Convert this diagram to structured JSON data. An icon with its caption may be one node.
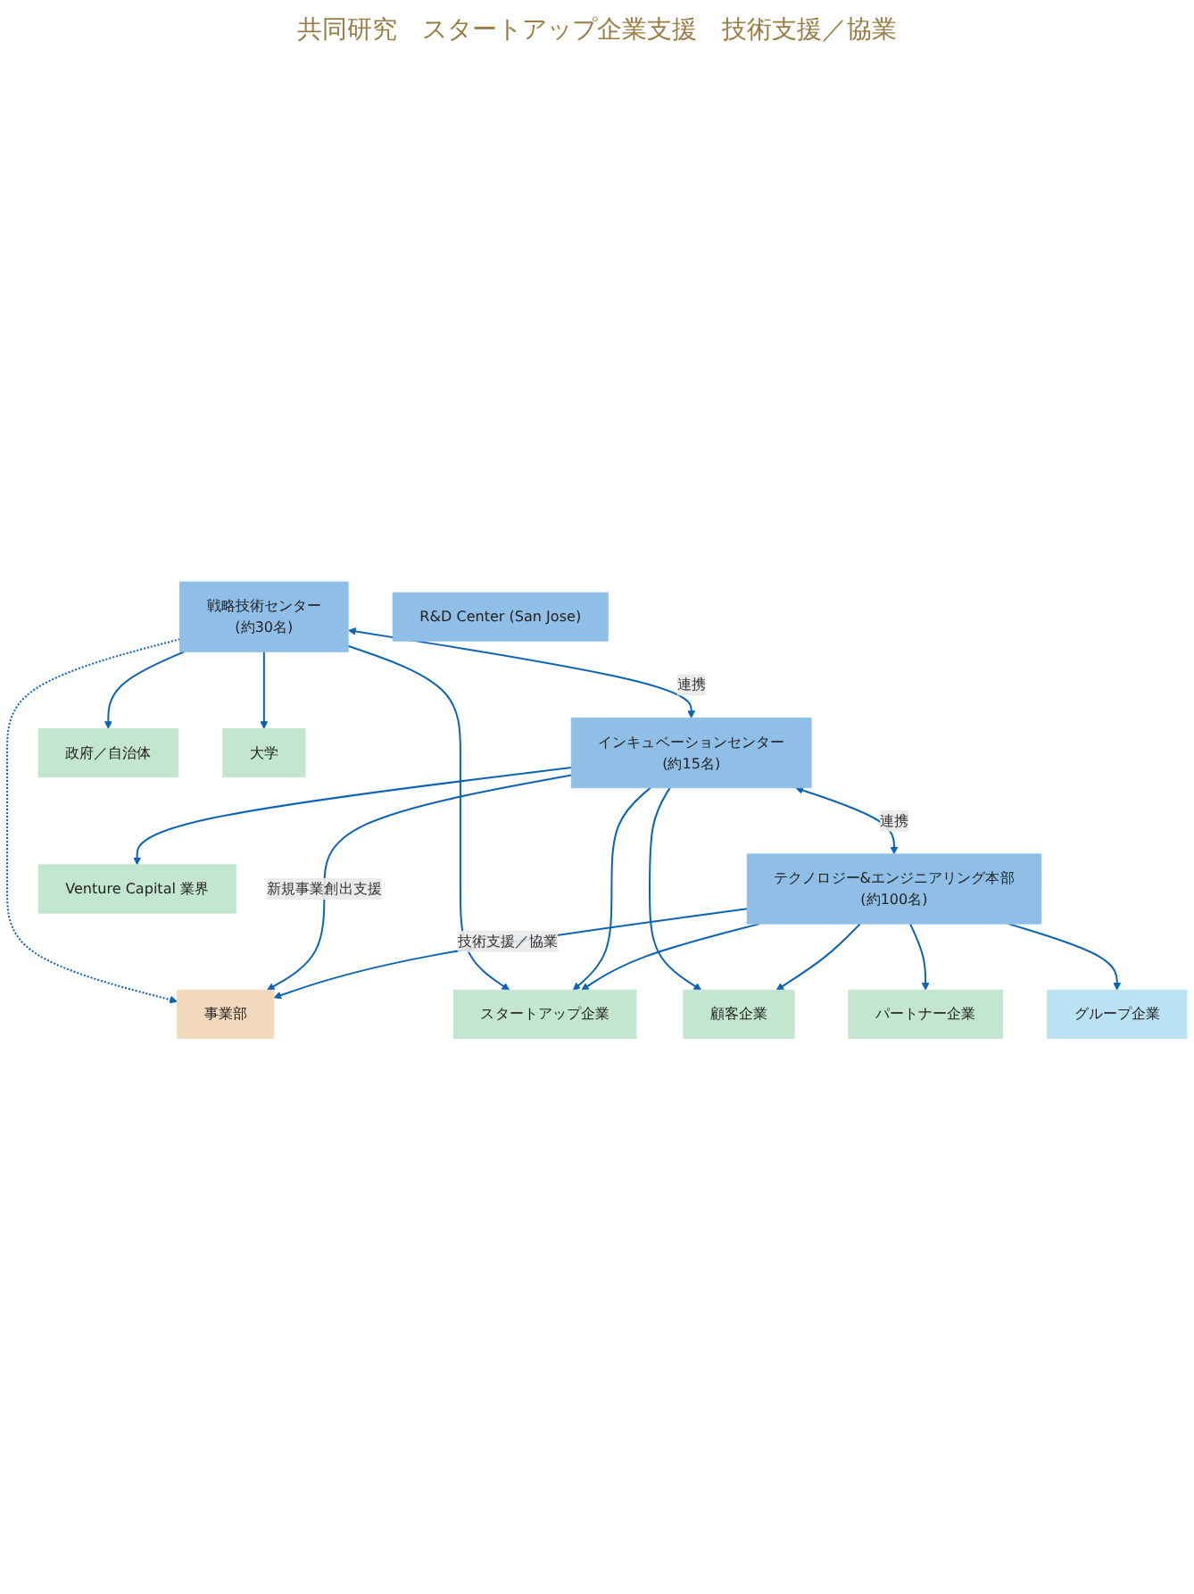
{
  "diagram": {
    "nodes": [
      {
        "text": [
          "事業部"
        ]
      },
      {
        "text": [
          "戦略技術センター",
          "(約30名)"
        ]
      },
      {
        "text": [
          "インキュベーションセンター",
          "(約15名)"
        ]
      },
      {
        "text": [
          "R&D Center (San Jose)"
        ]
      },
      {
        "text": [
          "テクノロジー&エンジニアリング本部",
          "(約100名)"
        ]
      },
      {
        "text": [
          "政府／自治体"
        ]
      },
      {
        "text": [
          "大学"
        ]
      },
      {
        "text": [
          "スタートアップ企業"
        ]
      },
      {
        "text": [
          "Venture Capital 業界"
        ]
      },
      {
        "text": [
          "顧客企業"
        ]
      },
      {
        "text": [
          "パートナー企業"
        ]
      },
      {
        "text": [
          "グループ企業"
        ]
      }
    ],
    "edges": [
      {
        "from": 1,
        "to": 0,
        "arrow": "to",
        "style": "dashed"
      },
      {
        "from": 2,
        "to": 0,
        "arrow": "to",
        "label": "新規事業創出支援"
      },
      {
        "from": 4,
        "to": 0,
        "arrow": "to",
        "label": "技術支援／協業"
      },
      {
        "from": 1,
        "to": 2,
        "arrow": "both",
        "label": "連携"
      },
      {
        "from": 2,
        "to": 4,
        "arrow": "both",
        "label": "連携"
      },
      {
        "from": 1,
        "to": 5,
        "arrow": "to"
      },
      {
        "from": 1,
        "to": 6,
        "arrow": "to"
      },
      {
        "from": 1,
        "to": 7,
        "arrow": "to"
      },
      {
        "from": 2,
        "to": 7,
        "arrow": "to"
      },
      {
        "from": 2,
        "to": 8,
        "arrow": "to"
      },
      {
        "from": 2,
        "to": 9,
        "arrow": "to"
      },
      {
        "from": 4,
        "to": 7,
        "arrow": "to"
      },
      {
        "from": 4,
        "to": 9,
        "arrow": "to"
      },
      {
        "from": 4,
        "to": 10,
        "arrow": "to"
      },
      {
        "from": 4,
        "to": 11,
        "arrow": "to"
      }
    ],
    "labels": [
      "共同研究",
      "スタートアップ企業支援",
      "技術支援／協業"
    ]
  }
}
